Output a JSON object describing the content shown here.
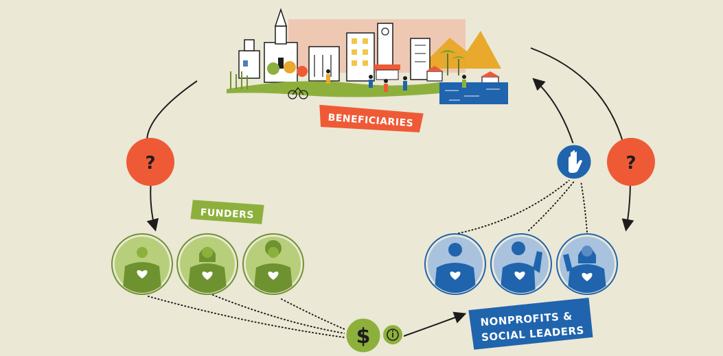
{
  "labels": {
    "beneficiaries": "BENEFICIARIES",
    "funders": "FUNDERS",
    "nonprofits_line1": "NONPROFITS &",
    "nonprofits_line2": "SOCIAL LEADERS"
  },
  "question_marks": [
    "?",
    "?"
  ],
  "money_symbol": "$",
  "colors": {
    "background": "#ebe8d6",
    "question": "#ef5a36",
    "beneficiaries_banner": "#ef5a36",
    "funders": "#8db03c",
    "funders_dark": "#6f9230",
    "nonprofits": "#1f64ad",
    "nonprofits_light": "#a9c2dd",
    "money": "#8db03c"
  },
  "icons": {
    "hand": "hand-icon",
    "info": "info-icon",
    "heart": "heart-icon"
  }
}
